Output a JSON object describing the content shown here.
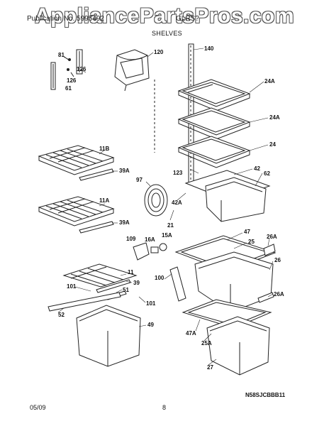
{
  "header": {
    "watermark": "AppliancePartsPros.com",
    "publication": "Publication No. 5995492",
    "model": "GLRS?",
    "section_title": "SHELVES"
  },
  "callouts": {
    "c81": "81",
    "c126a": "126",
    "c126b": "126",
    "c61": "61",
    "c120": "120",
    "c140": "140",
    "c24A_1": "24A",
    "c24A_2": "24A",
    "c24": "24",
    "c11B": "11B",
    "c39A_1": "39A",
    "c123": "123",
    "c42": "42",
    "c62": "62",
    "c97": "97",
    "c42A": "42A",
    "c21": "21",
    "c11A": "11A",
    "c39A_2": "39A",
    "c109": "109",
    "c16A": "16A",
    "c15A": "15A",
    "c47": "47",
    "c25": "25",
    "c26A_1": "26A",
    "c26": "26",
    "c11": "11",
    "c39": "39",
    "c100": "100",
    "c101a": "101",
    "c51": "51",
    "c101b": "101",
    "c26A_2": "26A",
    "c52": "52",
    "c49": "49",
    "c47A": "47A",
    "c25A": "25A",
    "c27": "27"
  },
  "footer": {
    "model_code": "N58SJCBBB11",
    "date": "05/09",
    "page": "8"
  }
}
